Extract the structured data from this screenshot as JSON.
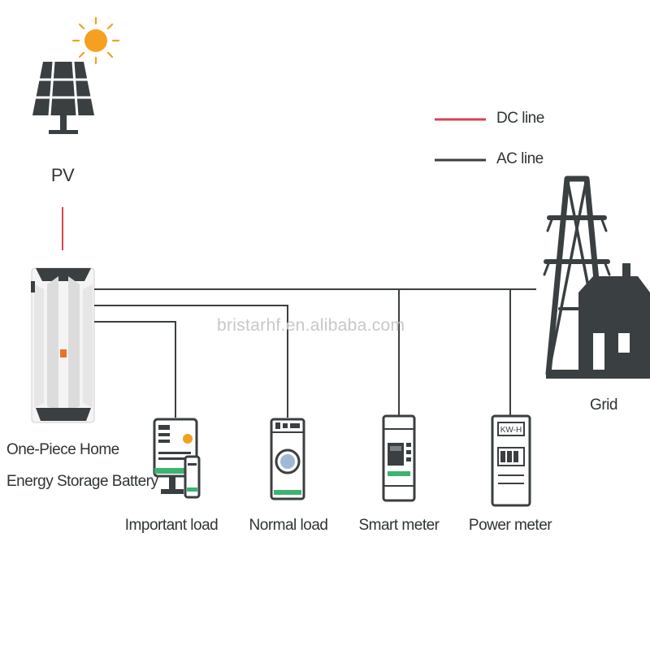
{
  "diagram": {
    "pv_label": "PV",
    "battery_label_line1": "One-Piece Home",
    "battery_label_line2": "Energy Storage Battery",
    "grid_label": "Grid",
    "loads": {
      "important": "Important load",
      "normal": "Normal load",
      "smart_meter": "Smart meter",
      "power_meter": "Power meter"
    },
    "meter_face_text": "KW-H",
    "watermark": "bristarhf.en.alibaba.com"
  },
  "legend": {
    "dc_label": "DC line",
    "ac_label": "AC line",
    "dc_color": "#d9434e",
    "ac_color": "#3a3f41"
  },
  "colors": {
    "icon_dark": "#3a3f41",
    "sun_orange": "#f5a020",
    "accent_green": "#3cb371",
    "battery_orange": "#e8742c",
    "battery_body": "#f4f4f4"
  }
}
